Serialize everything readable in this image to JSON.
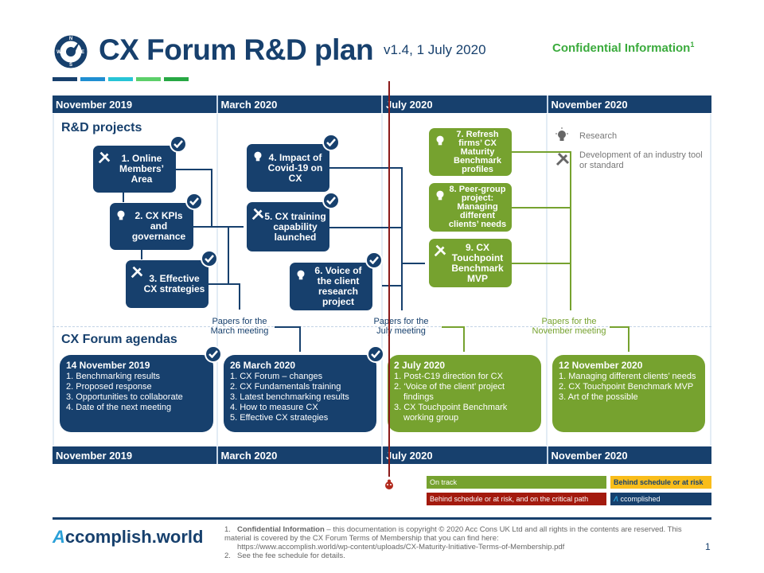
{
  "header": {
    "title": "CX Forum R&D plan",
    "version": "v1.4, 1 July 2020",
    "confidential": "Confidential Information",
    "confidential_sup": "1",
    "color_bars": [
      "#17406d",
      "#1f8ed1",
      "#27c4d6",
      "#5ccf6a",
      "#27a844"
    ]
  },
  "timeline": {
    "months": [
      "November 2019",
      "March 2020",
      "July 2020",
      "November 2020"
    ]
  },
  "sections": {
    "rd": "R&D projects",
    "agendas": "CX Forum agendas"
  },
  "key": {
    "research": "Research",
    "development": "Development of an industry tool or standard"
  },
  "projects": [
    {
      "label": "1. Online Members’ Area",
      "type": "development",
      "status": "accomplished"
    },
    {
      "label": "2. CX KPIs and governance",
      "type": "research",
      "status": "accomplished"
    },
    {
      "label": "3. Effective CX strategies",
      "type": "development",
      "status": "accomplished"
    },
    {
      "label": "4. Impact of Covid-19 on CX",
      "type": "research",
      "status": "accomplished"
    },
    {
      "label": "5. CX training capability launched",
      "type": "development",
      "status": "accomplished"
    },
    {
      "label": "6. Voice of the client research project",
      "type": "research",
      "status": "accomplished"
    },
    {
      "label": "7. Refresh firms’ CX Maturity Benchmark profiles",
      "type": "research",
      "status": "on-track"
    },
    {
      "label": "8. Peer-group project: Managing different clients’ needs",
      "type": "research",
      "status": "on-track"
    },
    {
      "label": "9. CX Touchpoint Benchmark MVP",
      "type": "development",
      "status": "on-track"
    }
  ],
  "papers": [
    {
      "line1": "Papers for the",
      "line2": "March meeting"
    },
    {
      "line1": "Papers for the",
      "line2": "July meeting"
    },
    {
      "line1": "Papers for the",
      "line2": "November  meeting"
    }
  ],
  "agendas": [
    {
      "date": "14 November 2019",
      "status": "accomplished",
      "items": [
        "1. Benchmarking results",
        "2. Proposed response",
        "3. Opportunities to collaborate",
        "4. Date of the next meeting"
      ]
    },
    {
      "date": "26 March 2020",
      "status": "accomplished",
      "items": [
        "1. CX Forum – changes",
        "2. CX Fundamentals training",
        "3. Latest benchmarking results",
        "4. How to measure CX",
        "5. Effective CX strategies"
      ]
    },
    {
      "date": "2 July 2020",
      "status": "on-track",
      "items": [
        "1. Post-C19 direction for CX",
        "2. ‘Voice of the client’ project findings",
        "3. CX Touchpoint Benchmark working group"
      ]
    },
    {
      "date": "12 November 2020",
      "status": "on-track",
      "items": [
        "1. Managing different clients’ needs",
        "2. CX Touchpoint Benchmark MVP",
        "3. Art of the possible"
      ]
    }
  ],
  "legend": {
    "on_track": {
      "label": "On track",
      "color": "#76a22f"
    },
    "behind": {
      "label": "Behind schedule or at risk",
      "color": "#f9bd1a"
    },
    "critical": {
      "label": "Behind schedule or at risk, and on the critical path",
      "color": "#a31a0e"
    },
    "accomplished": {
      "label": "ccomplished",
      "color": "#17406d"
    }
  },
  "footer": {
    "brand_a": "A",
    "brand_rest": "ccomplish.world",
    "footnote1_num": "1.",
    "footnote1_bold": "Confidential Information",
    "footnote1_text": " – this documentation is copyright © 2020 Acc Cons UK Ltd and all rights in the contents are reserved. This material is covered by the CX Forum Terms of Membership that you can find here:",
    "footnote1_url": "https://www.accomplish.world/wp-content/uploads/CX-Maturity-Initiative-Terms-of-Membership.pdf",
    "footnote2_num": "2.",
    "footnote2_text": "See the fee schedule for details.",
    "page_number": "1"
  }
}
